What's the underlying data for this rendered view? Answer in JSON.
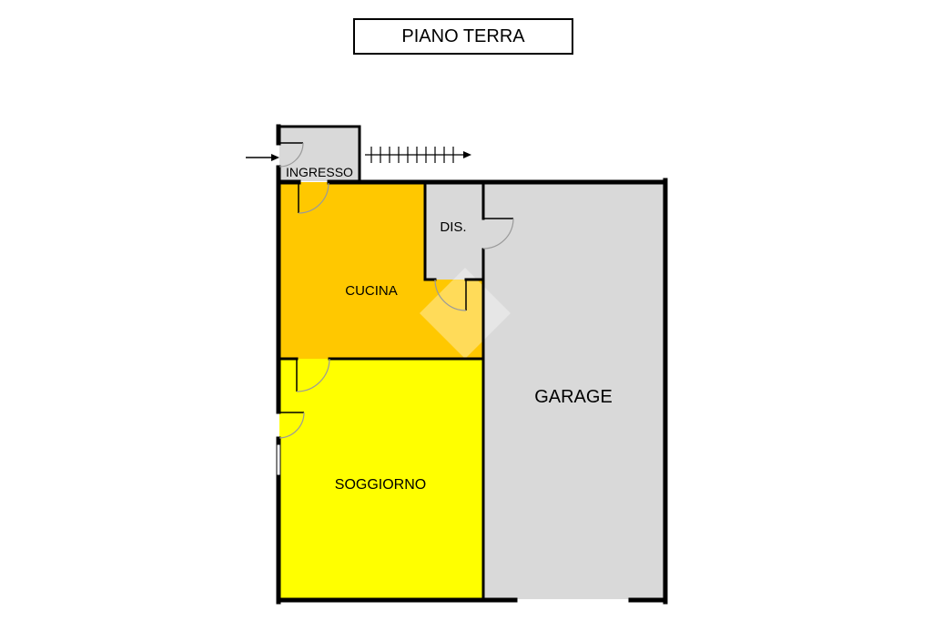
{
  "title": "PIANO TERRA",
  "rooms": {
    "ingresso": "INGRESSO",
    "disimpegno": "DIS.",
    "cucina": "CUCINA",
    "soggiorno": "SOGGIORNO",
    "garage": "GARAGE"
  },
  "colors": {
    "ingresso": "#d9d9d9",
    "disimpegno": "#d9d9d9",
    "cucina": "#ffc800",
    "soggiorno": "#ffff00",
    "garage": "#d9d9d9",
    "walls": "#000000",
    "door_arc": "#9a9a9a"
  }
}
